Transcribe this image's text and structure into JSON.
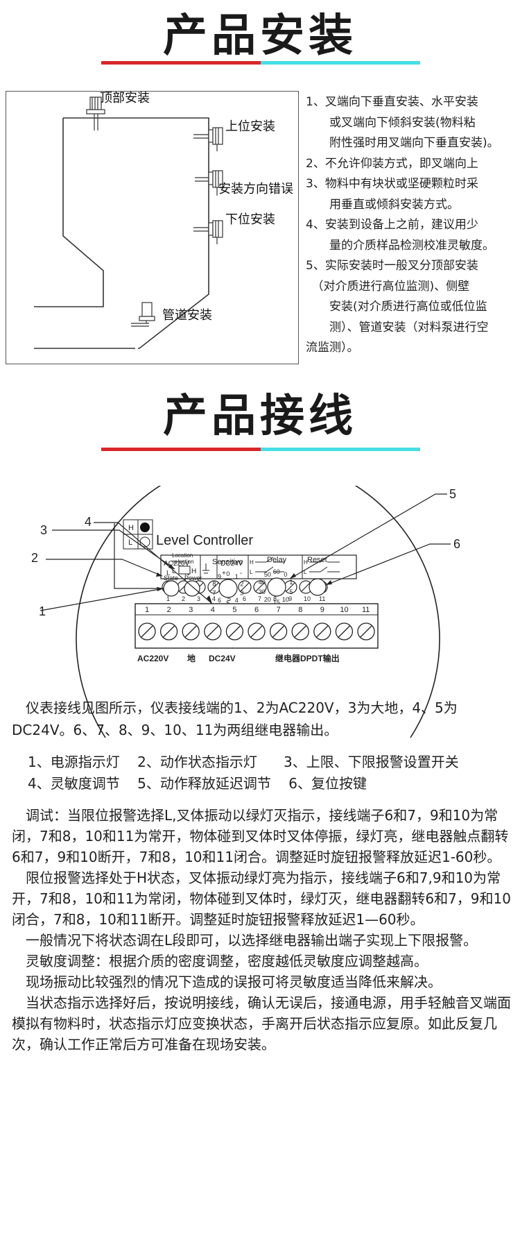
{
  "section1": {
    "title": "产品安装",
    "labels": {
      "top": "顶部安装",
      "upper": "上位安装",
      "wrong": "安装方向错误",
      "lower": "下位安装",
      "pipe": "管道安装"
    },
    "notes": [
      "1、叉端向下垂直安装、水平安装",
      "　　或叉端向下倾斜安装(物料粘",
      "　　附性强时用叉端向下垂直安装)。",
      "2、不允许仰装方式，即叉端向上",
      "3、物料中有块状或坚硬颗粒时采",
      "　　用垂直或倾斜安装方式。",
      "4、安装到设备上之前，建议用少",
      "　　量的介质样品检测校准灵敏度。",
      "5、实际安装时一般叉分顶部安装",
      "　（对介质进行高位监测)、侧壁",
      "　　安装(对介质进行高位或低位监",
      "　　测）、管道安装（对料泵进行空",
      "流监测）。"
    ]
  },
  "section2": {
    "title": "产品接线",
    "diagram": {
      "controller_title": "Level Controller",
      "top_terminal_labels": [
        "AC220V",
        "L",
        "N",
        "DC24V",
        "+",
        "-",
        "H",
        "L",
        "H",
        "L"
      ],
      "terminal_numbers": [
        "1",
        "2",
        "3",
        "4",
        "5",
        "6",
        "7",
        "8",
        "9",
        "10",
        "11"
      ],
      "hl_labels": [
        "H",
        "L"
      ],
      "location_selection": "Location\nselection",
      "location_line1": "Location",
      "location_line2": "selection",
      "switch_L": "L",
      "switch_H": "H",
      "state": "State",
      "power": "Power",
      "sensitive": "Sensitive",
      "delay": "Delay",
      "reset": "Reset",
      "sensitive_dial": [
        "0",
        "1",
        "2",
        "3",
        "4",
        "5",
        "6",
        "7",
        "8",
        "9"
      ],
      "delay_dial": [
        "60",
        "0",
        "1",
        "5",
        "10",
        "15",
        "20",
        "30",
        "40",
        "50"
      ],
      "bottom_labels": [
        "AC220V",
        "地",
        "DC24V",
        "继电器DPDT输出"
      ],
      "callouts": [
        "1",
        "2",
        "3",
        "4",
        "5",
        "6"
      ]
    },
    "para1": "仪表接线见图所示，仪表接线端的1、2为AC220V，3为大地，4、5为DC24V。6、7、8、9、10、11为两组继电器输出。",
    "legend_line1": "1、电源指示灯    2、动作状态指示灯      3、上限、下限报警设置开关",
    "legend_line2": "4、灵敏度调节    5、动作释放延迟调节    6、复位按键",
    "paragraphs": [
      "　调试：当限位报警选择L,叉体振动以绿灯灭指示，接线端子6和7，9和10为常闭，7和8，10和11为常开，物体碰到叉体时叉体停振，绿灯亮，继电器触点翻转6和7，9和10断开，7和8，10和11闭合。调整延时旋钮报警释放延迟1-60秒。",
      "　限位报警选择处于H状态，叉体振动绿灯亮为指示，接线端子6和7,9和10为常开，7和8，10和11为常闭，物体碰到叉体时，绿灯灭，继电器翻转6和7，9和10闭合，7和8，10和11断开。调整延时旋钮报警释放延迟1—60秒。",
      "　一般情况下将状态调在L段即可，以选择继电器输出端子实现上下限报警。",
      "　灵敏度调整：根据介质的密度调整，密度越低灵敏度应调整越高。",
      "　现场振动比较强烈的情况下造成的误报可将灵敏度适当降低来解决。",
      "　当状态指示选择好后，按说明接线，确认无误后，接通电源，用手轻触音叉端面模拟有物料时，状态指示灯应变换状态，手离开后状态指示应复原。如此反复几次，确认工作正常后方可准备在现场安装。"
    ]
  },
  "colors": {
    "accent_red": "#d7262a",
    "accent_cyan": "#46dde6"
  }
}
